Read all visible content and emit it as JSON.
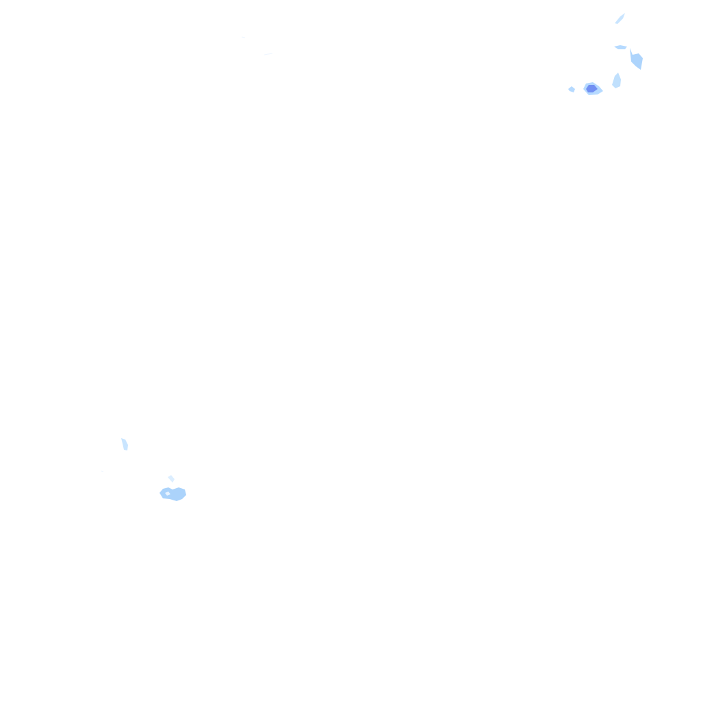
{
  "layer": {
    "type": "precipitation-radar-overlay",
    "background": "#ffffff",
    "cells": [
      {
        "cluster": "north-east",
        "intensity": "light",
        "color": "#bfe0ff"
      },
      {
        "cluster": "north-east",
        "intensity": "light",
        "color": "#a9d4ff"
      },
      {
        "cluster": "north-east",
        "intensity": "light",
        "color": "#9fcdfb"
      },
      {
        "cluster": "north-east",
        "intensity": "light",
        "color": "#b5dafd"
      },
      {
        "cluster": "north-east",
        "intensity": "moderate",
        "color": "#6f8cf2"
      },
      {
        "cluster": "north-east",
        "intensity": "light",
        "color": "#a9d4ff"
      },
      {
        "cluster": "south-west",
        "intensity": "light",
        "color": "#bfe0ff"
      },
      {
        "cluster": "south-west",
        "intensity": "light",
        "color": "#9ccbfa"
      },
      {
        "cluster": "south-west",
        "intensity": "light",
        "color": "#d6ebff"
      }
    ]
  }
}
